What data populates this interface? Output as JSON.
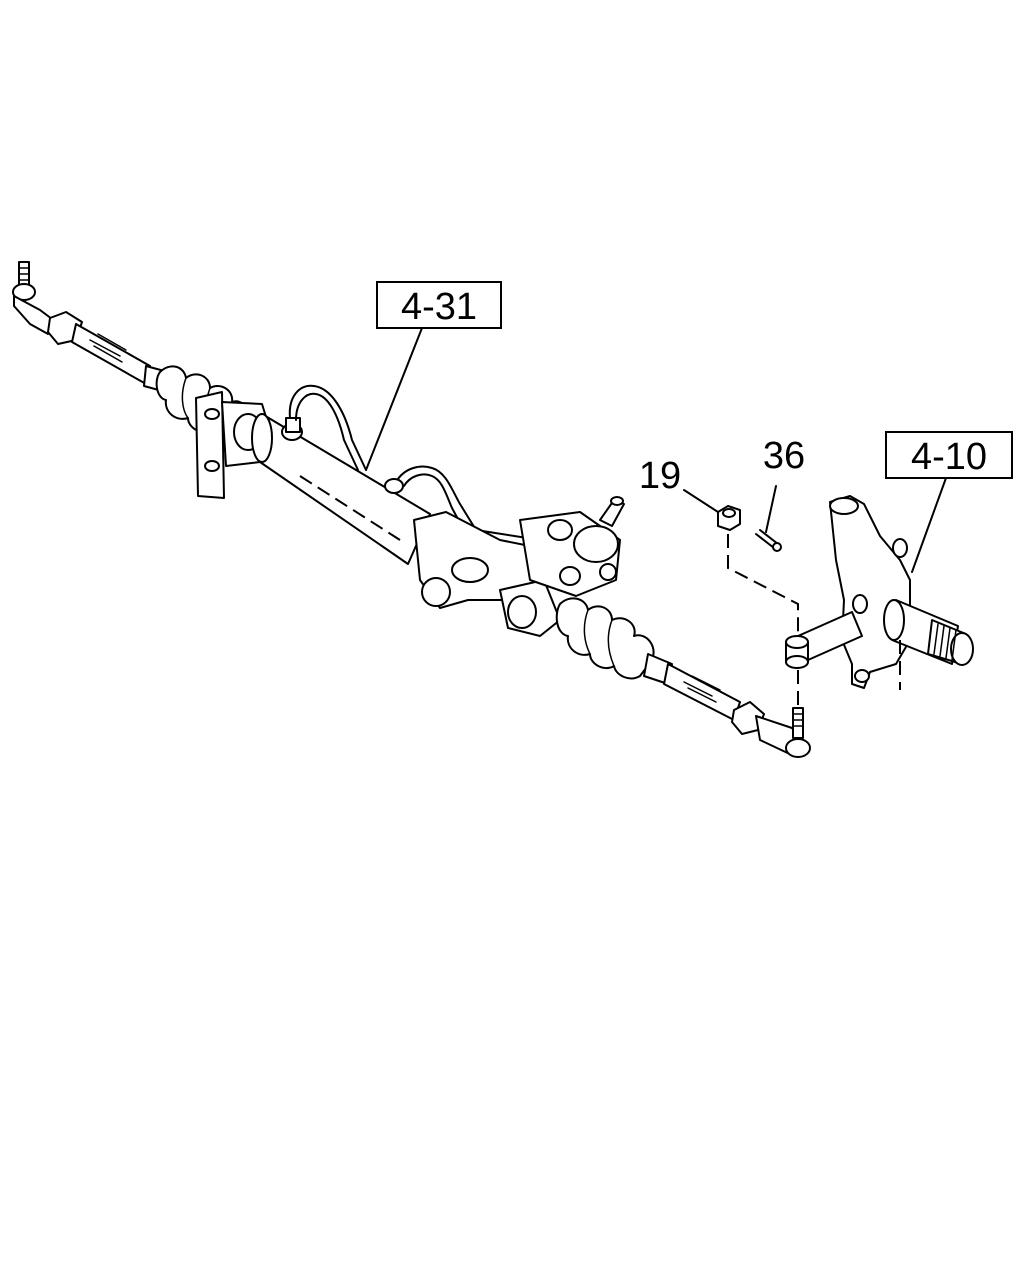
{
  "callouts": {
    "steering_gear_ref": "4-31",
    "knuckle_ref": "4-10",
    "nut_part": "19",
    "cotter_pin_part": "36"
  }
}
